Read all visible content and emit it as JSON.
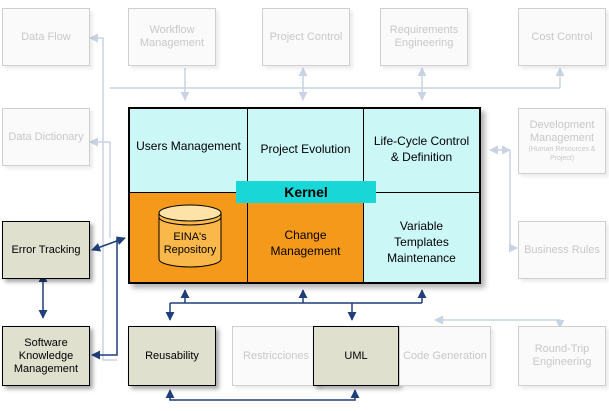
{
  "modules": {
    "data_flow": "Data Flow",
    "workflow_management": "Workflow Management",
    "project_control": "Project Control",
    "requirements_engineering": "Requirements Engineering",
    "cost_control": "Cost Control",
    "data_dictionary": "Data Dictionary",
    "development_management": "Development Management",
    "development_management_sub": "(Human Resources & Project)",
    "business_rules": "Business Rules",
    "error_tracking": "Error Tracking",
    "software_knowledge_management": "Software Knowledge Management",
    "reusability": "Reusability",
    "restricciones": "Restricciones",
    "uml": "UML",
    "code_generation": "Code Generation",
    "round_trip_engineering": "Round-Trip Engineering"
  },
  "kernel": {
    "label": "Kernel",
    "users_management": "Users Management",
    "project_evolution": "Project Evolution",
    "life_cycle": "Life-Cycle Control & Definition",
    "repository": "EINA's Repository",
    "change_management": "Change Management",
    "variable_templates": "Variable Templates Maintenance"
  },
  "colors": {
    "kernel_cell": "#ccf7f7",
    "kernel_label": "#1ad7d7",
    "change_area": "#f5991b",
    "active_module": "#e0e0cf",
    "inactive_module_text": "#c8c8c8"
  }
}
